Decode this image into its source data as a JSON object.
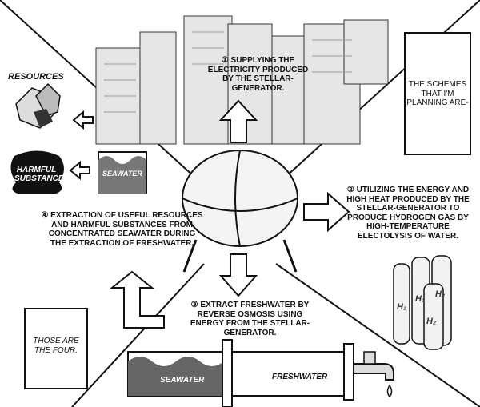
{
  "top": {
    "number": "①",
    "text": "SUPPLYING THE ELECTRICITY PRODUCED BY THE STELLAR-GENERATOR."
  },
  "right": {
    "number": "②",
    "text": "UTILIZING THE ENERGY AND HIGH HEAT PRODUCED BY THE STELLAR-GENERATOR TO PRODUCE HYDROGEN GAS BY HIGH-TEMPERATURE ELECTOLYSIS OF WATER."
  },
  "bottom": {
    "number": "③",
    "text": "EXTRACT FRESHWATER BY REVERSE OSMOSIS USING ENERGY FROM THE STELLAR-GENERATOR."
  },
  "left": {
    "number": "④",
    "text": "EXTRACTION OF USEFUL RESOURCES AND HARMFUL SUBSTANCES FROM CONCENTRATED SEAWATER DURING THE EXTRACTION OF FRESHWATER."
  },
  "labels": {
    "resources": "RESOURCES",
    "harmful": "HARMFUL SUBSTANCES",
    "seawater_left": "SEAWATER",
    "seawater_bottom": "SEAWATER",
    "freshwater": "FRESHWATER",
    "h2": "H₂"
  },
  "bubbles": {
    "top_right": "THE SCHEMES THAT I'M PLANNING ARE-",
    "bottom_left": "THOSE ARE THE FOUR."
  }
}
